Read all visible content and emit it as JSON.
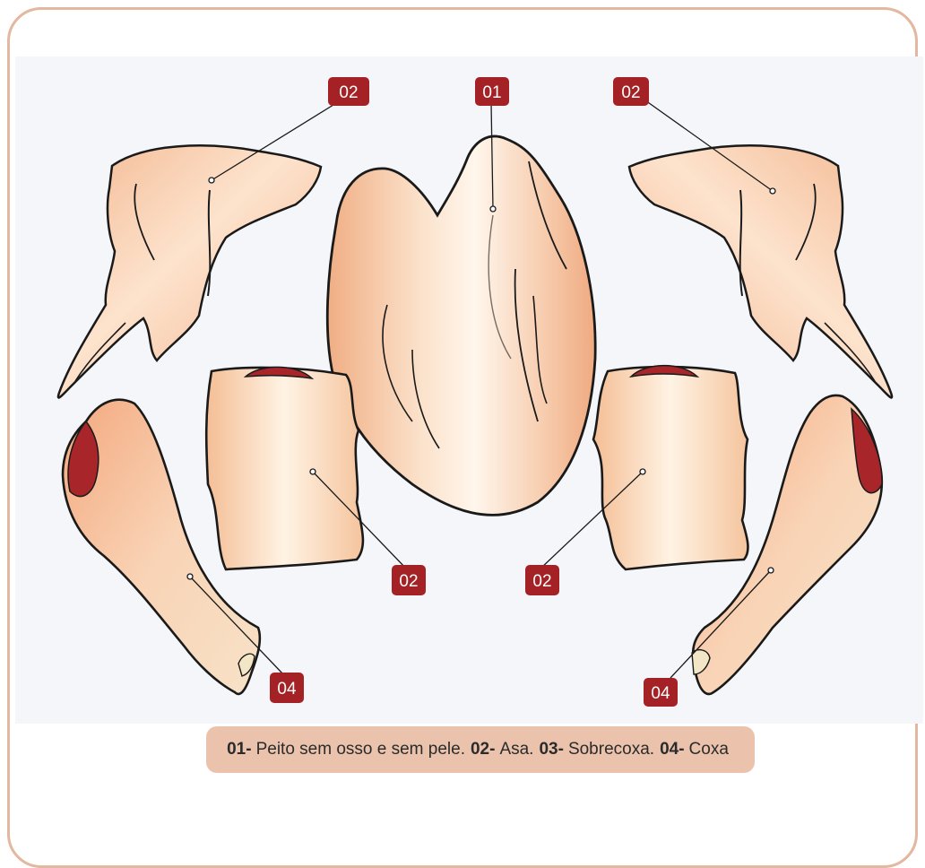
{
  "labels": {
    "wing_left": "02",
    "breast": "01",
    "wing_right": "02",
    "thigh_left": "02",
    "thigh_right": "02",
    "drumstick_left": "04",
    "drumstick_right": "04"
  },
  "caption": [
    {
      "num": "01-",
      "text": "Peito sem osso e sem pele."
    },
    {
      "num": "02-",
      "text": "Asa."
    },
    {
      "num": "03-",
      "text": "Sobrecoxa."
    },
    {
      "num": "04-",
      "text": "Coxa"
    }
  ],
  "colors": {
    "badge": "#a42226",
    "frame_border": "#e3b7a0",
    "caption_bg": "#ebc3ad",
    "meat_light": "#fbe6d2",
    "meat_mid": "#f4c3a0",
    "meat_dark": "#eea77f",
    "cut_red": "#a8262a"
  }
}
